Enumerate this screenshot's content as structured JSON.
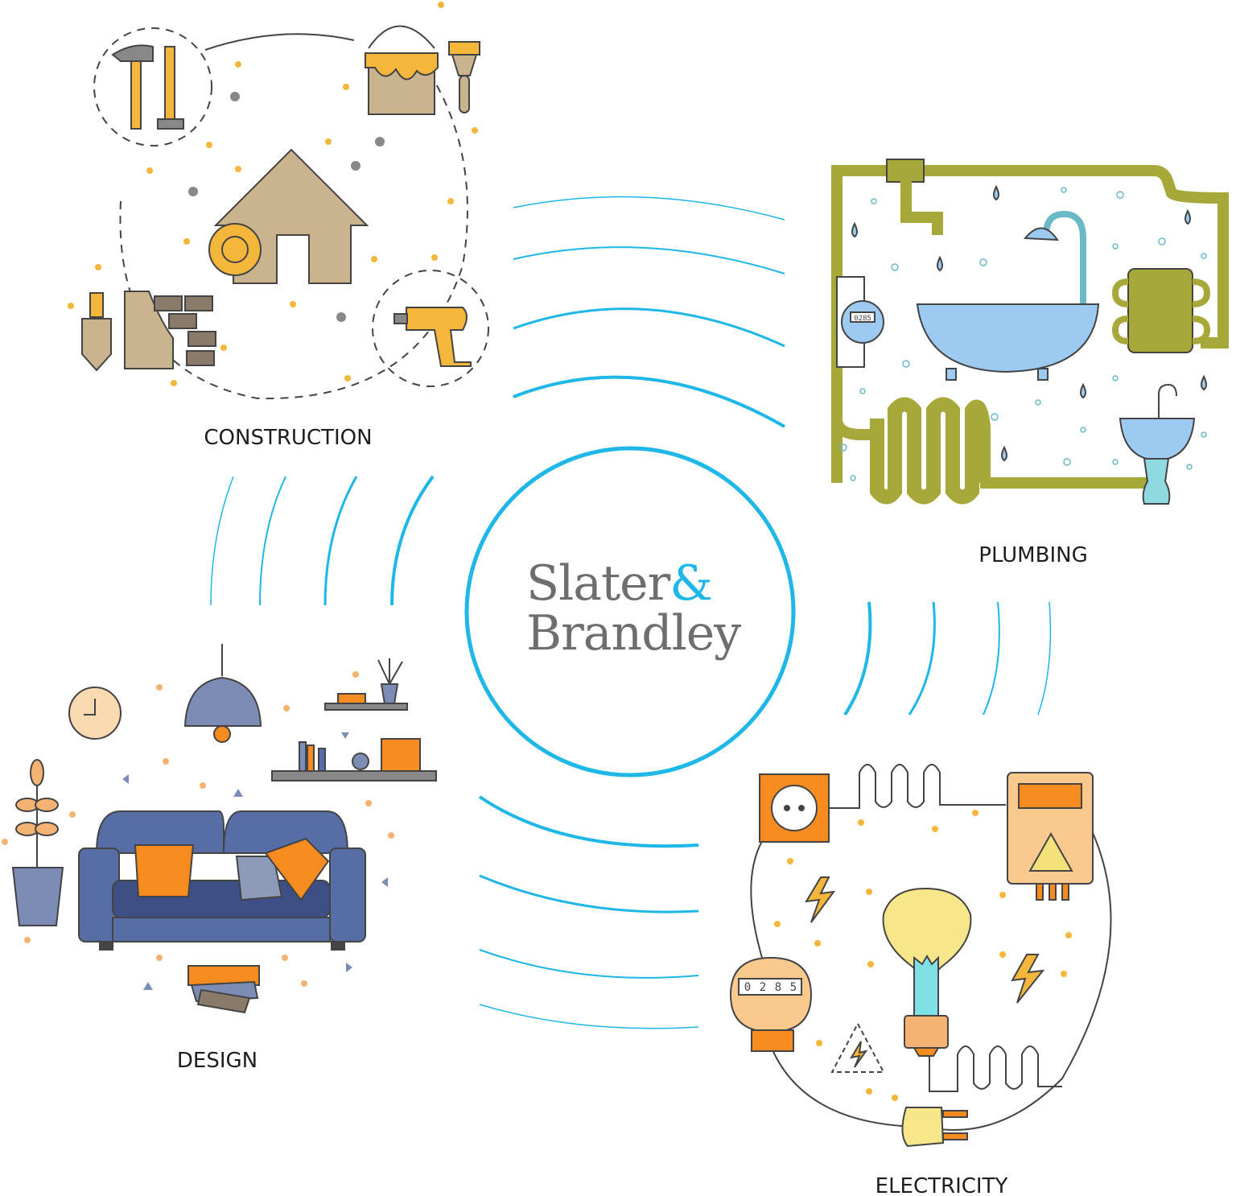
{
  "brand": {
    "name_line1": "Slater",
    "ampersand": "&",
    "name_line2": "Brandley"
  },
  "sections": {
    "construction": "CONSTRUCTION",
    "plumbing": "PLUMBING",
    "design": "DESIGN",
    "electricity": "ELECTRICITY"
  },
  "meter_readings": {
    "plumbing_meter": "0285",
    "electric_meter": [
      "0",
      "2",
      "8",
      "5"
    ]
  },
  "colors": {
    "accent": "#1fb6e8",
    "outline": "#444444",
    "tan": "#c9b48e",
    "yellow": "#f4b73c",
    "olive": "#a7a83a",
    "water": "#9ccaf0",
    "sofa": "#566da6",
    "orange": "#f68b1f",
    "logo_gray": "#6d6e71"
  }
}
